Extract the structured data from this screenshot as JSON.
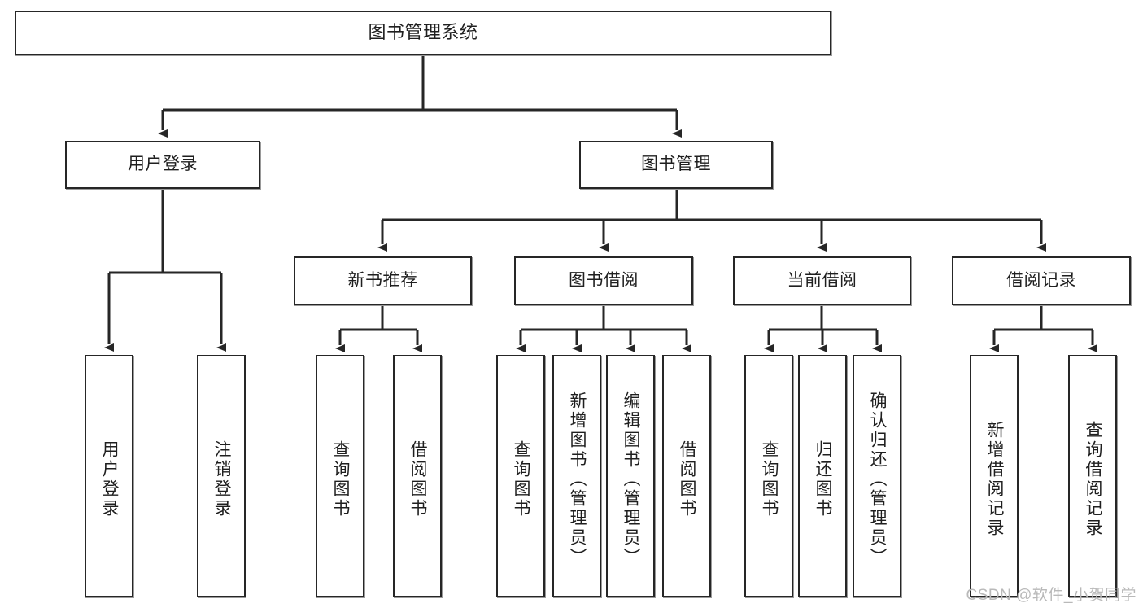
{
  "diagram": {
    "title": "图书管理系统",
    "watermark": "CSDN @软件_小贺同学",
    "colors": {
      "box_border": "#262626",
      "box_fill": "#ffffff",
      "edge": "#262626",
      "text": "#1f1f1f",
      "watermark": "#b9b9b9"
    },
    "nodes": {
      "root": "图书管理系统",
      "level2": {
        "user_login": "用户登录",
        "book_manage": "图书管理"
      },
      "level3": {
        "new_book_recommend": "新书推荐",
        "book_borrow": "图书借阅",
        "current_borrow": "当前借阅",
        "borrow_record": "借阅记录"
      },
      "leaves": {
        "user_login_1": "用户登录",
        "user_login_2": "注销登录",
        "recommend_1": "查询图书",
        "recommend_2": "借阅图书",
        "borrow_1": "查询图书",
        "borrow_2": "新增图书（管理员）",
        "borrow_3": "编辑图书（管理员）",
        "borrow_4": "借阅图书",
        "current_1": "查询图书",
        "current_2": "归还图书",
        "current_3": "确认归还（管理员）",
        "record_1": "新增借阅记录",
        "record_2": "查询借阅记录"
      }
    }
  },
  "chart_data": {
    "type": "table",
    "title": "图书管理系统 功能结构图",
    "tree": [
      {
        "label": "图书管理系统",
        "children": [
          {
            "label": "用户登录",
            "children": [
              {
                "label": "用户登录",
                "children": []
              },
              {
                "label": "注销登录",
                "children": []
              }
            ]
          },
          {
            "label": "图书管理",
            "children": [
              {
                "label": "新书推荐",
                "children": [
                  {
                    "label": "查询图书",
                    "children": []
                  },
                  {
                    "label": "借阅图书",
                    "children": []
                  }
                ]
              },
              {
                "label": "图书借阅",
                "children": [
                  {
                    "label": "查询图书",
                    "children": []
                  },
                  {
                    "label": "新增图书（管理员）",
                    "children": []
                  },
                  {
                    "label": "编辑图书（管理员）",
                    "children": []
                  },
                  {
                    "label": "借阅图书",
                    "children": []
                  }
                ]
              },
              {
                "label": "当前借阅",
                "children": [
                  {
                    "label": "查询图书",
                    "children": []
                  },
                  {
                    "label": "归还图书",
                    "children": []
                  },
                  {
                    "label": "确认归还（管理员）",
                    "children": []
                  }
                ]
              },
              {
                "label": "借阅记录",
                "children": [
                  {
                    "label": "新增借阅记录",
                    "children": []
                  },
                  {
                    "label": "查询借阅记录",
                    "children": []
                  }
                ]
              }
            ]
          }
        ]
      }
    ]
  }
}
